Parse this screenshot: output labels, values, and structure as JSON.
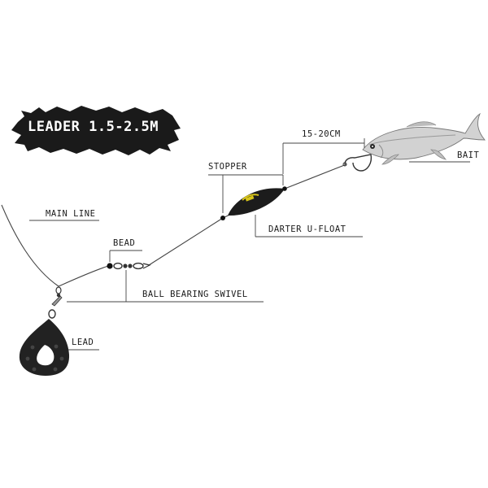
{
  "banner": {
    "text": "LEADER 1.5-2.5M"
  },
  "labels": {
    "main_line": "MAIN LINE",
    "bead": "BEAD",
    "stopper": "STOPPER",
    "measure": "15-20CM",
    "bait": "BAIT",
    "float": "DARTER U-FLOAT",
    "swivel": "BALL BEARING SWIVEL",
    "lead": "LEAD"
  },
  "colors": {
    "ink": "#1a1a1a",
    "line": "#444444",
    "float_body": "#1c1c1c",
    "float_accent": "#d9c61a",
    "fish_body": "#d2d2d2"
  }
}
